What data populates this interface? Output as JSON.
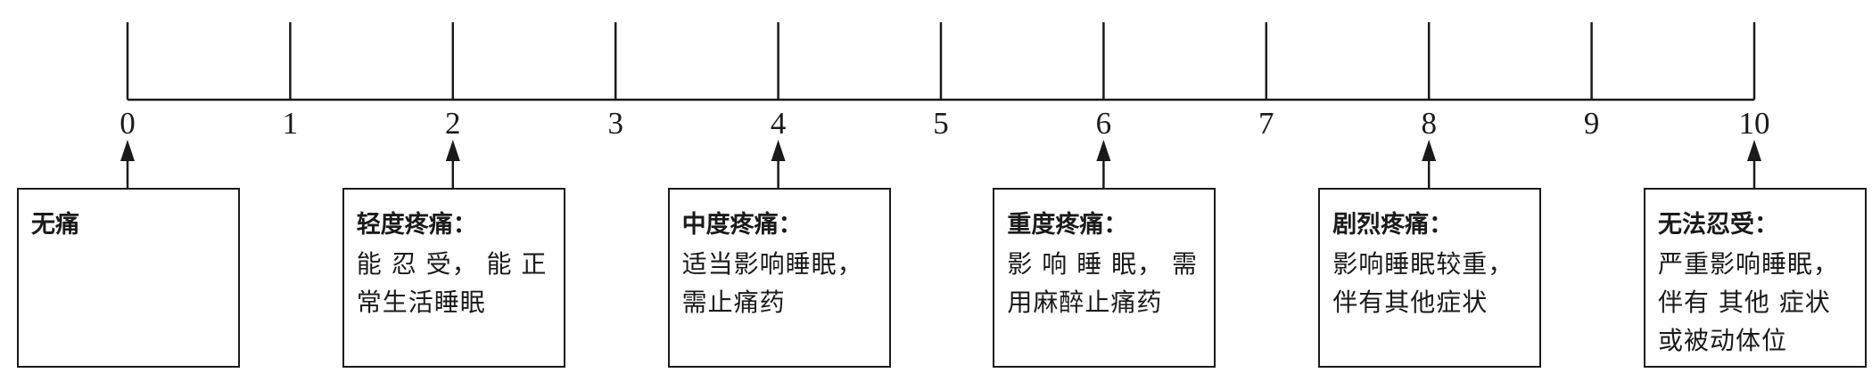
{
  "scale": {
    "ticks": [
      "0",
      "1",
      "2",
      "3",
      "4",
      "5",
      "6",
      "7",
      "8",
      "9",
      "10"
    ]
  },
  "levels": [
    {
      "value": 0,
      "title": "无痛",
      "lines": []
    },
    {
      "value": 2,
      "title": "轻度疼痛：",
      "lines": [
        "能 忍 受， 能 正",
        "常生活睡眠"
      ]
    },
    {
      "value": 4,
      "title": "中度疼痛：",
      "lines": [
        "适当影响睡眠，",
        "需止痛药"
      ]
    },
    {
      "value": 6,
      "title": "重度疼痛：",
      "lines": [
        "影 响 睡 眠， 需",
        "用麻醉止痛药"
      ]
    },
    {
      "value": 8,
      "title": "剧烈疼痛：",
      "lines": [
        "影响睡眠较重，",
        "伴有其他症状"
      ]
    },
    {
      "value": 10,
      "title": "无法忍受：",
      "lines": [
        "严重影响睡眠，",
        "伴有 其他 症状",
        "或被动体位"
      ]
    }
  ],
  "colors": {
    "line": "#1a1a1a",
    "text": "#1a1a1a",
    "background": "#ffffff"
  }
}
